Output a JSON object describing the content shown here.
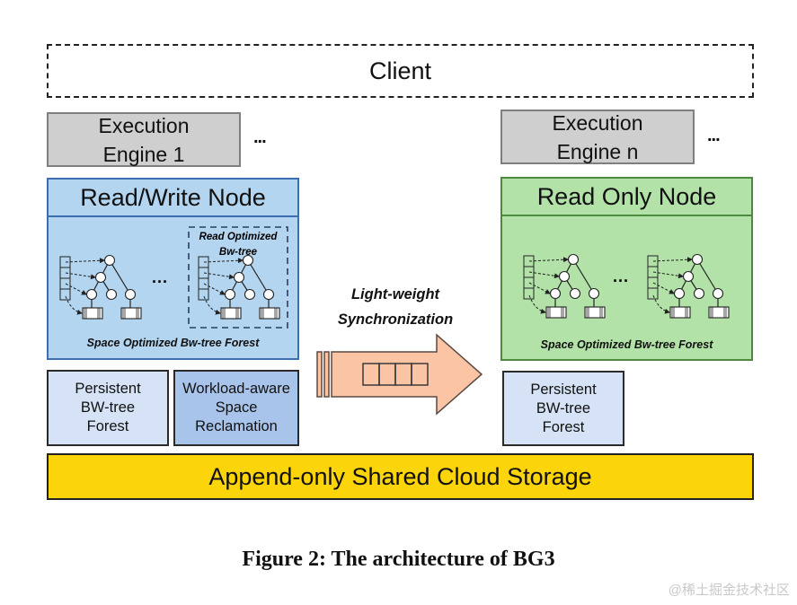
{
  "client": {
    "label": "Client"
  },
  "engines": [
    {
      "line1": "Execution",
      "line2": "Engine 1"
    },
    {
      "line1": "Execution",
      "line2": "Engine n"
    }
  ],
  "ellipsis": "...",
  "rw_node": {
    "title": "Read/Write Node",
    "read_optimized_label_1": "Read Optimized",
    "read_optimized_label_2": "Bw-tree",
    "forest_label": "Space Optimized Bw-tree Forest",
    "tree_ellipsis": "...",
    "color": "#b4d5f0"
  },
  "ro_node": {
    "title": "Read Only Node",
    "forest_label": "Space Optimized Bw-tree Forest",
    "tree_ellipsis": "...",
    "color": "#b3e2a9"
  },
  "sync": {
    "line1": "Light-weight",
    "line2": "Synchronization",
    "arrow_color": "#fbc4a4"
  },
  "rw_components": [
    {
      "line1": "Persistent",
      "line2": "BW-tree",
      "line3": "Forest"
    },
    {
      "line1": "Workload-aware",
      "line2": "Space",
      "line3": "Reclamation"
    }
  ],
  "ro_components": [
    {
      "line1": "Persistent",
      "line2": "BW-tree",
      "line3": "Forest"
    }
  ],
  "storage": {
    "label": "Append-only Shared Cloud Storage",
    "color": "#fcd40a"
  },
  "caption": "Figure 2: The architecture of BG3",
  "watermark": "@稀土掘金技术社区"
}
